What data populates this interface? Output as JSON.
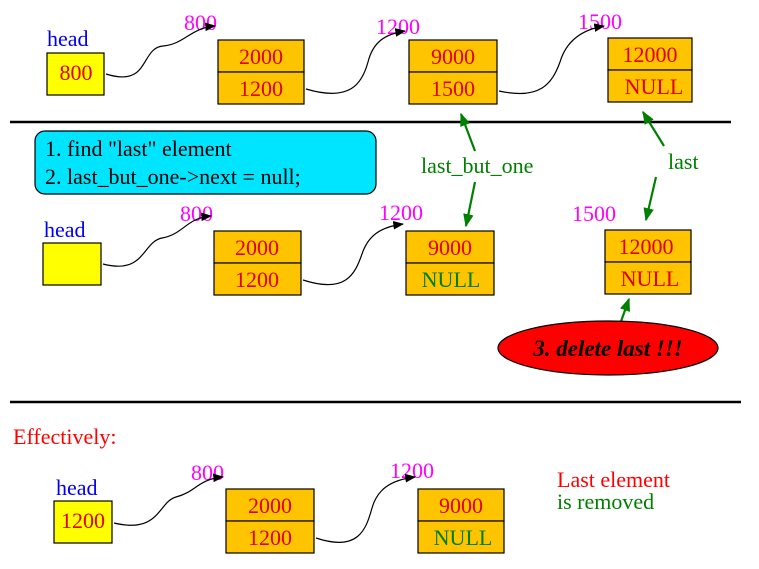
{
  "top": {
    "head_label": "head",
    "head_value": "800",
    "nodes": [
      {
        "addr": "800",
        "value": "2000",
        "next": "1200"
      },
      {
        "addr": "1200",
        "value": "9000",
        "next": "1500"
      },
      {
        "addr": "1500",
        "value": "12000",
        "next": "NULL"
      }
    ]
  },
  "steps": {
    "line1": "1.  find \"last\" element",
    "line2": "2.  last_but_one->next = null;"
  },
  "pointers": {
    "last_but_one": "last_but_one",
    "last": "last"
  },
  "middle": {
    "head_label": "head",
    "nodes": [
      {
        "addr": "800",
        "value": "2000",
        "next": "1200"
      },
      {
        "addr": "1200",
        "value": "9000",
        "next": "NULL"
      },
      {
        "addr": "1500",
        "value": "12000",
        "next": "NULL"
      }
    ]
  },
  "delete_label": "3. delete last !!!",
  "effectively_label": "Effectively:",
  "bottom": {
    "head_label": "head",
    "head_value": "1200",
    "nodes": [
      {
        "addr": "800",
        "value": "2000",
        "next": "1200"
      },
      {
        "addr": "1200",
        "value": "9000",
        "next": "NULL"
      }
    ]
  },
  "note": {
    "line1": "Last element",
    "line2": "is removed"
  },
  "colors": {
    "node_fill": "#ffc400",
    "head_fill": "#ffff00",
    "step_box_fill": "#00e5ff",
    "delete_fill": "#ff0000",
    "pointer_green": "#008000"
  }
}
